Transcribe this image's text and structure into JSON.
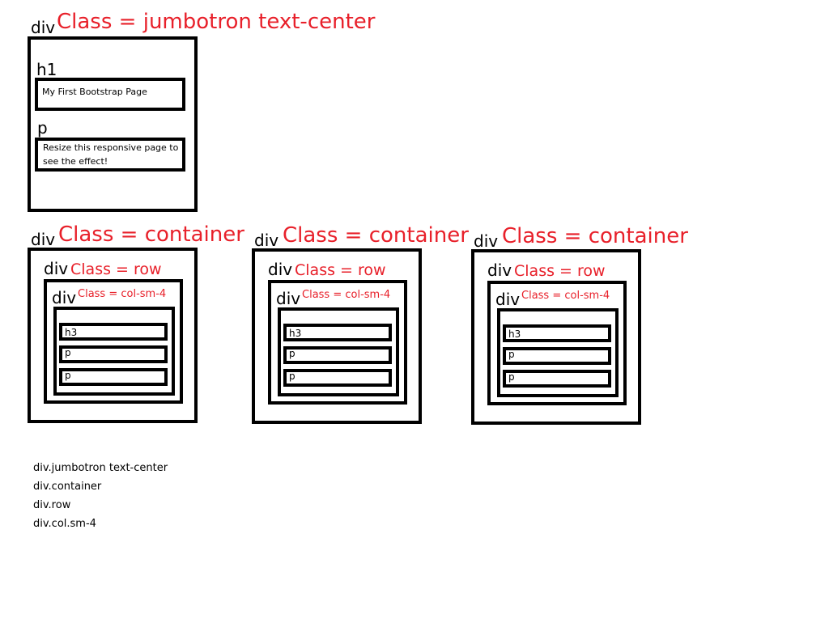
{
  "jumbotron": {
    "tag": "div",
    "class_label": "Class = jumbotron text-center",
    "h1_tag": "h1",
    "h1_text": "My First Bootstrap Page",
    "p_tag": "p",
    "p_text_line1": "Resize this responsive page to",
    "p_text_line2": "see the effect!"
  },
  "containers": [
    {
      "tag": "div",
      "class_label": "Class = container",
      "row_tag": "div",
      "row_label": "Class = row",
      "col_tag": "div",
      "col_label": "Class = col-sm-4",
      "items": [
        "h3",
        "p",
        "p"
      ]
    },
    {
      "tag": "div",
      "class_label": "Class = container",
      "row_tag": "div",
      "row_label": "Class = row",
      "col_tag": "div",
      "col_label": "Class = col-sm-4",
      "items": [
        "h3",
        "p",
        "p"
      ]
    },
    {
      "tag": "div",
      "class_label": "Class = container",
      "row_tag": "div",
      "row_label": "Class = row",
      "col_tag": "div",
      "col_label": "Class = col-sm-4",
      "items": [
        "h3",
        "p",
        "p"
      ]
    }
  ],
  "legend": [
    "div.jumbotron text-center",
    "div.container",
    "div.row",
    "div.col.sm-4"
  ],
  "colors": {
    "label_red": "#e8202a",
    "stroke": "#000000"
  }
}
